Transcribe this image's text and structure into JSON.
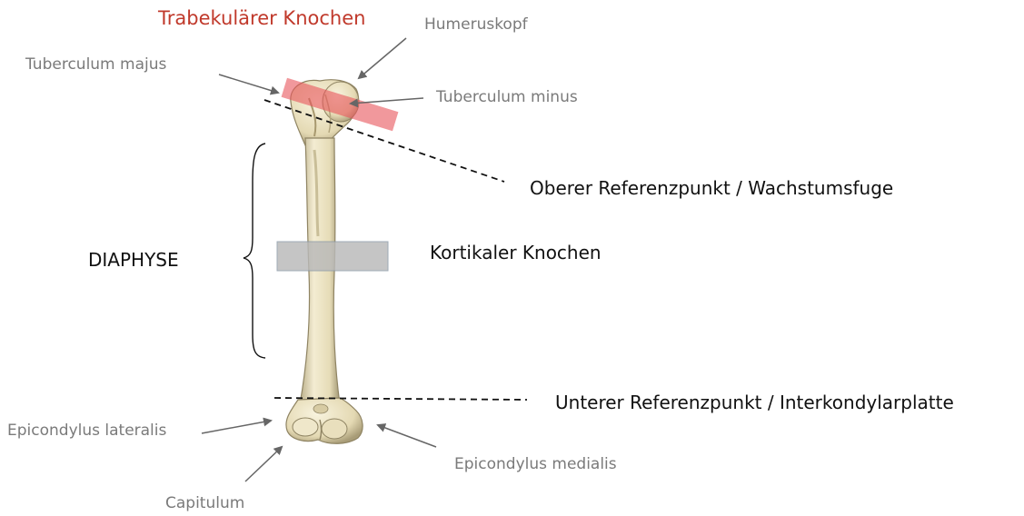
{
  "labels": {
    "trabecular_bone": "Trabekulärer Knochen",
    "humeral_head": "Humeruskopf",
    "greater_tubercle": "Tuberculum majus",
    "lesser_tubercle": "Tuberculum minus",
    "upper_reference": "Oberer Referenzpunkt  /  Wachstumsfuge",
    "diaphysis": "DIAPHYSE",
    "cortical_bone": "Kortikaler Knochen",
    "lower_reference": "Unterer Referenzpunkt  /  Interkondylarplatte",
    "lateral_epicondyle": "Epicondylus lateralis",
    "medial_epicondyle": "Epicondylus medialis",
    "capitulum": "Capitulum"
  },
  "colors": {
    "trabecular_highlight": "#e8535a",
    "trabecular_text": "#c0392b",
    "cortical_highlight": "#b9b9b9",
    "bone": "#ece4c6",
    "bone_shadow": "#8f8463",
    "arrow": "#666666",
    "dashed_line": "#111111"
  },
  "icons": {
    "bone": "humerus-bone-illustration"
  }
}
